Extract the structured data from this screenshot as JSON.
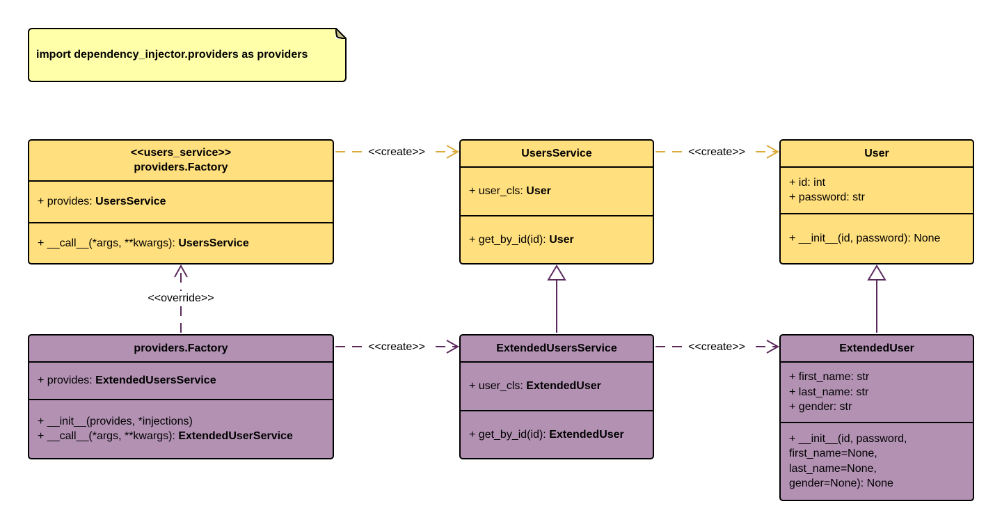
{
  "note": {
    "text": "import dependency_injector.providers as providers"
  },
  "colors": {
    "yellow_fill": "#ffdf7e",
    "purple_fill": "#b291b3",
    "note_fill": "#ffffaa",
    "yellow_arrow": "#d9ac3a",
    "purple_arrow": "#5b2a5c"
  },
  "classes": [
    {
      "id": "users-service-provider",
      "color": "yellow",
      "header": [
        "<<users_service>>",
        "providers.Factory"
      ],
      "sections": [
        [
          [
            [
              "+ provides: ",
              "UsersService"
            ]
          ]
        ],
        [
          [
            [
              "+ __call__(*args, **kwargs): ",
              "UsersService"
            ]
          ]
        ]
      ]
    },
    {
      "id": "users-service",
      "color": "yellow",
      "header": [
        "UsersService"
      ],
      "sections": [
        [
          [
            [
              "+ user_cls: ",
              "User"
            ]
          ]
        ],
        [
          [
            [
              "+ get_by_id(id): ",
              "User"
            ]
          ]
        ]
      ]
    },
    {
      "id": "user",
      "color": "yellow",
      "header": [
        "User"
      ],
      "sections": [
        [
          [
            [
              "+ id: int",
              ""
            ]
          ],
          [
            [
              "+ password: str",
              ""
            ]
          ]
        ],
        [
          [
            [
              "+ __init__(id, password): None",
              ""
            ]
          ]
        ]
      ]
    },
    {
      "id": "extended-provider",
      "color": "purple",
      "header": [
        "providers.Factory"
      ],
      "sections": [
        [
          [
            [
              "+ provides: ",
              "ExtendedUsersService"
            ]
          ]
        ],
        [
          [
            [
              "+ __init__(provides, *injections)",
              ""
            ]
          ],
          [
            [
              "+ __call__(*args, **kwargs): ",
              "ExtendedUserService"
            ]
          ]
        ]
      ]
    },
    {
      "id": "extended-users-service",
      "color": "purple",
      "header": [
        "ExtendedUsersService"
      ],
      "sections": [
        [
          [
            [
              "+ user_cls: ",
              "ExtendedUser"
            ]
          ]
        ],
        [
          [
            [
              "+ get_by_id(id): ",
              "ExtendedUser"
            ]
          ]
        ]
      ]
    },
    {
      "id": "extended-user",
      "color": "purple",
      "header": [
        "ExtendedUser"
      ],
      "sections": [
        [
          [
            [
              "+ first_name: str",
              ""
            ]
          ],
          [
            [
              "+ last_name: str",
              ""
            ]
          ],
          [
            [
              "+ gender: str",
              ""
            ]
          ]
        ],
        [
          [
            [
              "+ __init__(id, password,",
              ""
            ]
          ],
          [
            [
              "first_name=None,",
              ""
            ]
          ],
          [
            [
              "last_name=None,",
              ""
            ]
          ],
          [
            [
              "gender=None): None",
              ""
            ]
          ]
        ]
      ]
    }
  ],
  "connectors": [
    {
      "label": "<<create>>",
      "type": "dependency",
      "color": "yellow"
    },
    {
      "label": "<<create>>",
      "type": "dependency",
      "color": "yellow"
    },
    {
      "label": "<<override>>",
      "type": "dependency",
      "color": "purple"
    },
    {
      "label": "<<create>>",
      "type": "dependency",
      "color": "purple"
    },
    {
      "label": "<<create>>",
      "type": "dependency",
      "color": "purple"
    },
    {
      "label": "",
      "type": "generalization",
      "color": "purple"
    },
    {
      "label": "",
      "type": "generalization",
      "color": "purple"
    }
  ]
}
